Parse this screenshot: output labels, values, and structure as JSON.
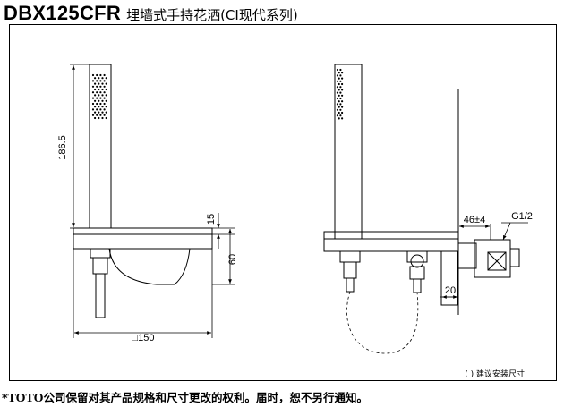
{
  "header": {
    "model": "DBX125CFR",
    "product_name": "埋墙式手持花洒(CI现代系列)"
  },
  "dimensions": {
    "height_186_5": "186.5",
    "thickness_15": "15",
    "depth_60": "60",
    "width_150": "□150",
    "distance_46": "46±4",
    "thread_g12": "G1/2",
    "wall_20": "20"
  },
  "note": "( ) 建议安装尺寸",
  "footer": {
    "star": "*",
    "brand": "TOTO",
    "text": "公司保留对其产品规格和尺寸更改的权利。届时，恕不另行通知。"
  }
}
